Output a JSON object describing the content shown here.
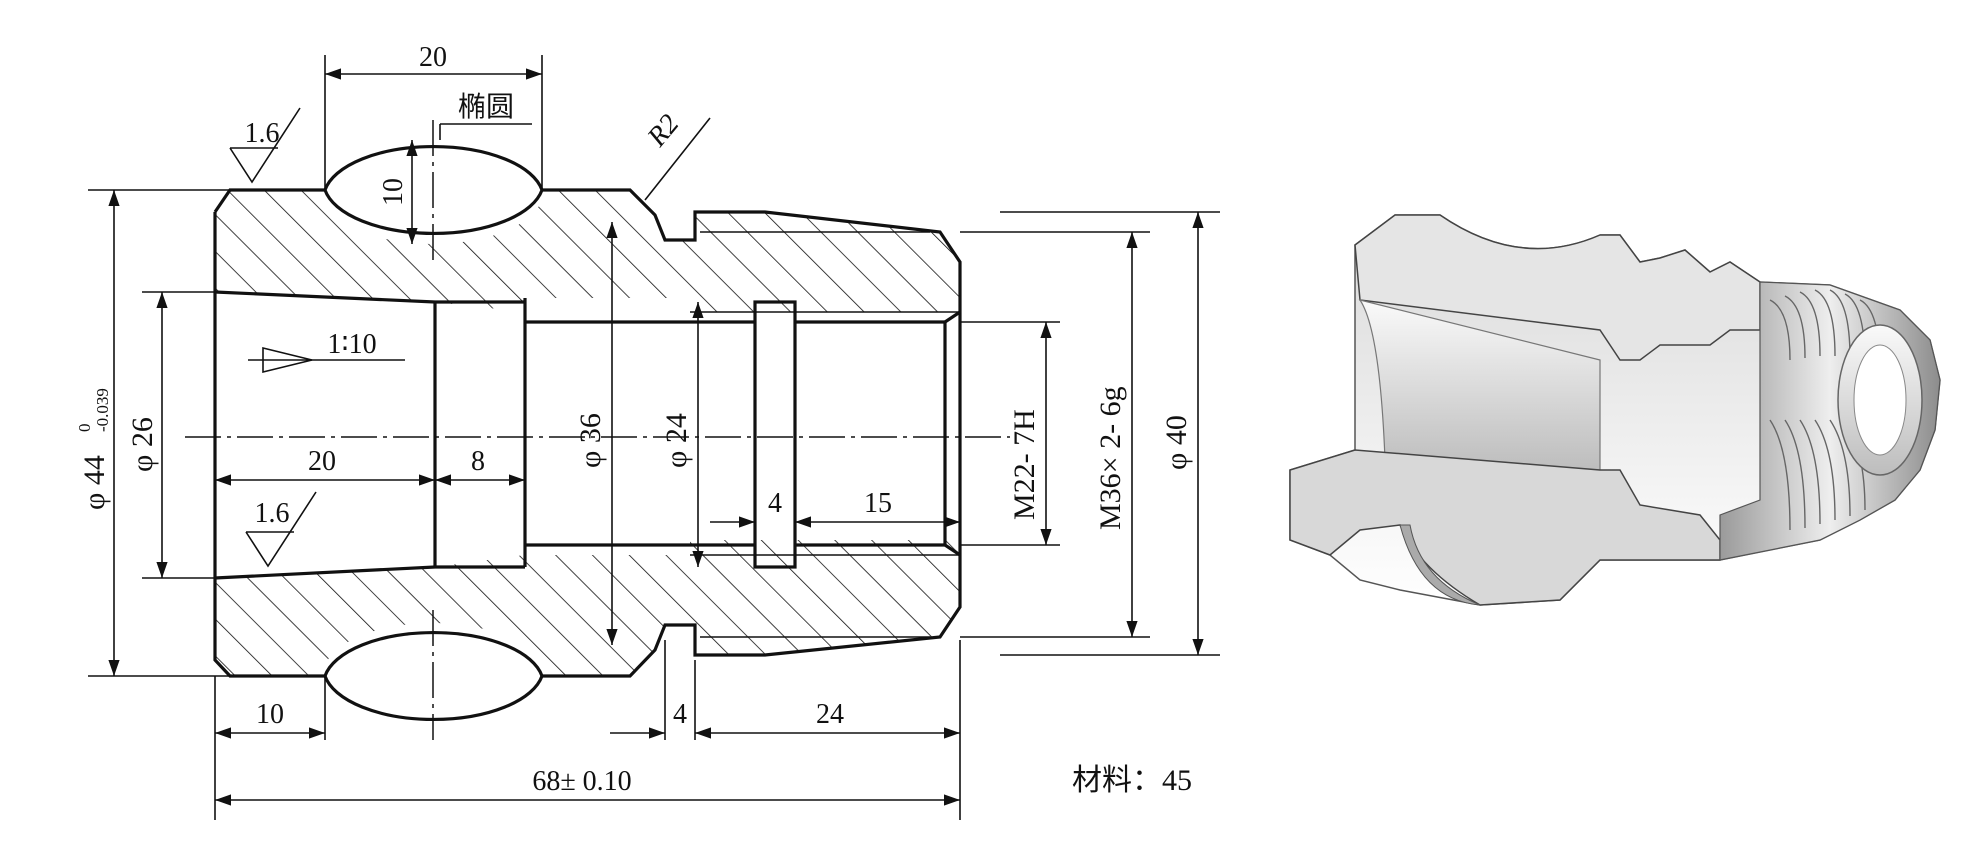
{
  "drawing": {
    "labels": {
      "dim_top_20": "20",
      "ellipse_note": "椭圆",
      "dim_10_vertical": "10",
      "roughness_top": "1.6",
      "radius": "R2",
      "taper": "1∶10",
      "dim_phi44_base": "φ 44",
      "dim_phi44_tol_upper": "0",
      "dim_phi44_tol_lower": "-0.039",
      "dim_phi26": "φ 26",
      "dim_20_inner": "20",
      "dim_8": "8",
      "dim_phi36": "φ 36",
      "dim_phi24": "φ 24",
      "dim_4_groove_inner": "4",
      "dim_15": "15",
      "thread_inner": "M22- 7H",
      "thread_outer": "M36× 2- 6g",
      "dim_phi40": "φ 40",
      "roughness_bottom": "1.6",
      "dim_10_bottom": "10",
      "dim_4_bottom": "4",
      "dim_24_bottom": "24",
      "dim_total": "68±  0.10",
      "material": "材料：45"
    }
  }
}
